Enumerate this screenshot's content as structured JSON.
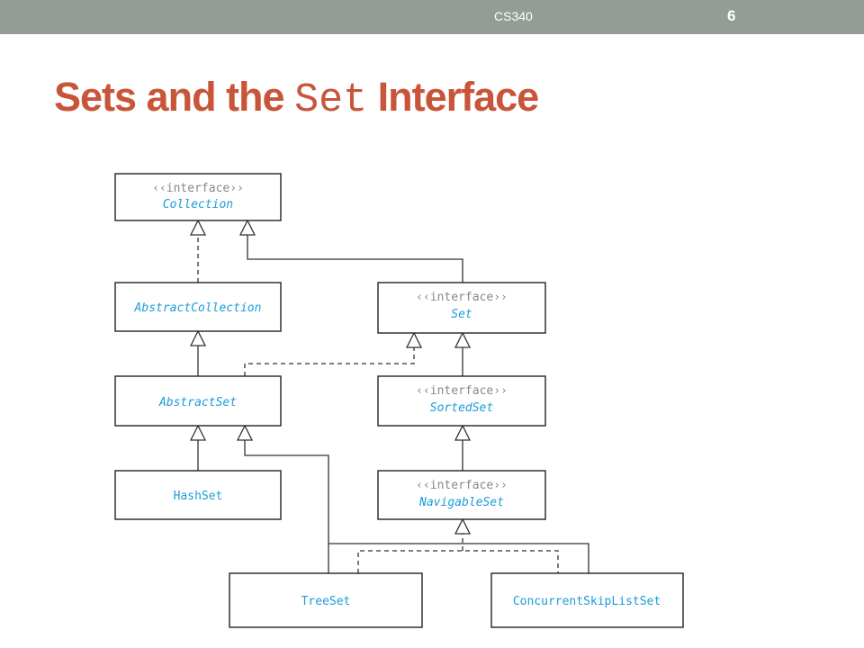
{
  "header": {
    "course": "CS340",
    "page": "6"
  },
  "title": {
    "prefix": "Sets and the ",
    "code": "Set",
    "suffix": " Interface"
  },
  "diagram": {
    "stereotype": "‹‹interface››",
    "collection": "Collection",
    "abstract_collection": "AbstractCollection",
    "set": "Set",
    "abstract_set": "AbstractSet",
    "sorted_set": "SortedSet",
    "hash_set": "HashSet",
    "navigable_set": "NavigableSet",
    "tree_set": "TreeSet",
    "concurrent_skip_list_set": "ConcurrentSkipListSet"
  },
  "colors": {
    "header_bar": "#949c96",
    "title": "#c8553a",
    "class_name": "#1a9cd8",
    "stereotype": "#888888"
  }
}
